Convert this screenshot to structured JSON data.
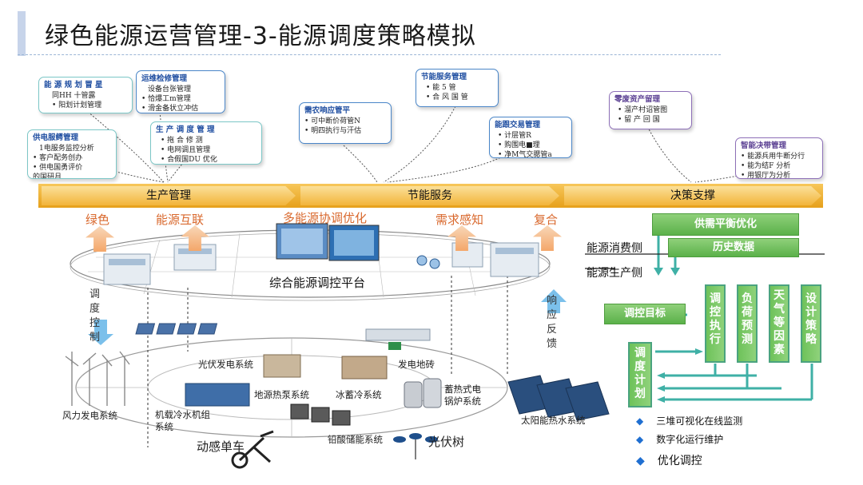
{
  "title": "绿色能源运营管理-3-能源调度策略模拟",
  "callouts": [
    {
      "id": "c1",
      "heading": "能 源 规 划 冒 星",
      "items": [
        "同HH  十管露",
        "• 阳划计划管理"
      ]
    },
    {
      "id": "c2",
      "heading": "运维检修管理",
      "items": [
        "设备台张管理",
        "• 恰爆工m管理",
        "• 滑金备状立冲估"
      ]
    },
    {
      "id": "c3",
      "heading": "供电服鳄管理",
      "items": [
        "1电服务监控分析",
        "• 客户配务创办",
        "• 供电国勇评价",
        "的国研月"
      ]
    },
    {
      "id": "c4",
      "heading": "生 产 调 度 管 理",
      "items": [
        "• 拖 合 修 测",
        "• 电网调且管理",
        "• 合假国DU 优化"
      ]
    },
    {
      "id": "c5",
      "heading": "需农响应管平",
      "items": [
        "• 可中断价荷管N",
        "• 明四执行与汗估"
      ]
    },
    {
      "id": "c6",
      "heading": "节能服务管理",
      "items": [
        "• 能 5 管",
        "• 合 风 国 管"
      ]
    },
    {
      "id": "c7",
      "heading": "能跟交易管理",
      "items": [
        "• 计层管R",
        "• 购围电■理",
        "• 净M气交腮管a"
      ]
    },
    {
      "id": "c8",
      "heading": "零废资产留理",
      "items": [
        "• 溜产村诏管图",
        "• 留 产 回 国"
      ]
    },
    {
      "id": "c9",
      "heading": "智能决带管理",
      "items": [
        "• 能源兵用牛断分行",
        "• 能为结F 分析",
        "• 用银厅为分析"
      ]
    }
  ],
  "band": [
    "生产管理",
    "节能服务",
    "决策支撑"
  ],
  "top_labels": [
    "绿色",
    "能源互联",
    "多能源协调优化",
    "需求感知",
    "复合"
  ],
  "platform_label": "综合能源调控平台",
  "left_vertical": "调度控制",
  "right_vertical": "响应反馈",
  "systems": {
    "pv": "光伏发电系统",
    "geo_heat": "地源热泵系统",
    "ice": "冰蓄冷系统",
    "ground_brick": "发电地砖",
    "boiler": "蓄热式电锅炉系统",
    "wind": "风力发电系统",
    "chiller": "机载冷水机组系统",
    "battery": "铅酸储能系统",
    "solar_water": "太阳能热水系统",
    "bike": "动感单车",
    "pv_tree": "光伏树"
  },
  "right_panel": {
    "supply_demand": "供需平衡优化",
    "history": "历史数据",
    "consume_side": "能源消费侧",
    "produce_side": "能源生产侧",
    "target": "调控目标",
    "plan": "调度计划",
    "exec": "调控执行",
    "load_pred": "负荷预测",
    "weather": "天气等因素",
    "strategy": "设计策略",
    "bullets": [
      "三堆可视化在线监测",
      "数字化运行维护",
      "优化调控"
    ]
  },
  "colors": {
    "accent_green": "#6ec25a",
    "band": "#f2b43a",
    "orange_text": "#d9692e",
    "teal": "#3fb0a6"
  }
}
